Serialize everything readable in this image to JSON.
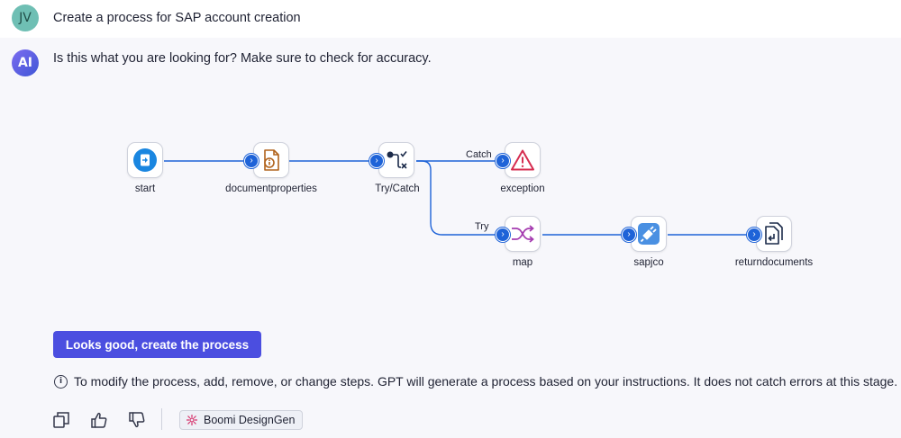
{
  "user_message": {
    "avatar_initials": "JV",
    "text": "Create a process for SAP account creation"
  },
  "ai_message": {
    "avatar_label": "AI",
    "text": "Is this what you are looking for? Make sure to check for accuracy."
  },
  "process": {
    "nodes": [
      {
        "id": "start",
        "label": "start",
        "icon": "document-start-icon"
      },
      {
        "id": "documentproperties",
        "label": "documentproperties",
        "icon": "document-properties-icon"
      },
      {
        "id": "trycatch",
        "label": "Try/Catch",
        "icon": "try-catch-icon"
      },
      {
        "id": "exception",
        "label": "exception",
        "icon": "warning-triangle-icon"
      },
      {
        "id": "map",
        "label": "map",
        "icon": "shuffle-map-icon"
      },
      {
        "id": "sapjco",
        "label": "sapjco",
        "icon": "plug-connector-icon"
      },
      {
        "id": "returndocuments",
        "label": "returndocuments",
        "icon": "return-documents-icon"
      }
    ],
    "edge_labels": {
      "catch": "Catch",
      "try": "Try"
    },
    "colors": {
      "edge": "#1e63d8",
      "port": "#1e63d8",
      "exception": "#d62d50",
      "map": "#a53cb0",
      "doc_props": "#b0621b",
      "connector": "#4a90e2"
    }
  },
  "primary_button": {
    "label": "Looks good, create the process",
    "color": "#4b4ee0"
  },
  "info_text": "To modify the process, add, remove, or change steps. GPT will generate a process based on your instructions. It does not catch errors at this stage.",
  "actions": {
    "copy_icon": "copy-icon",
    "thumbs_up_icon": "thumbs-up-icon",
    "thumbs_down_icon": "thumbs-down-icon"
  },
  "badge": {
    "label": "Boomi DesignGen",
    "icon": "designgen-icon"
  }
}
